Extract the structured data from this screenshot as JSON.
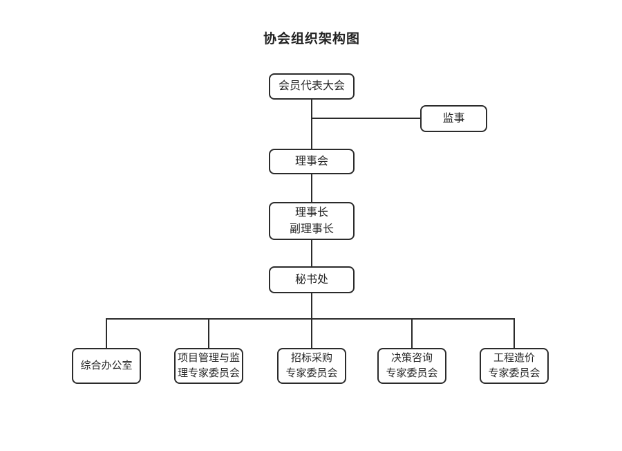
{
  "title": "协会组织架构图",
  "colors": {
    "background": "#ffffff",
    "line": "#2b2b2b",
    "text": "#262626",
    "node_fill": "#ffffff"
  },
  "org_chart": {
    "type": "org-chart",
    "nodes": [
      {
        "id": "member-congress",
        "label": "会员代表大会"
      },
      {
        "id": "supervisor",
        "label": "监事"
      },
      {
        "id": "council",
        "label": "理事会"
      },
      {
        "id": "chairman",
        "label": "理事长\n副理事长"
      },
      {
        "id": "secretariat",
        "label": "秘书处"
      },
      {
        "id": "general-office",
        "label": "综合办公室"
      },
      {
        "id": "project-supervision-committee",
        "label": "项目管理与监\n理专家委员会"
      },
      {
        "id": "bidding-procurement-committee",
        "label": "招标采购\n专家委员会"
      },
      {
        "id": "decision-consulting-committee",
        "label": "决策咨询\n专家委员会"
      },
      {
        "id": "engineering-cost-committee",
        "label": "工程造价\n专家委员会"
      }
    ],
    "edges": [
      {
        "from": "member-congress",
        "to": "council"
      },
      {
        "from": "member-congress",
        "to": "supervisor"
      },
      {
        "from": "council",
        "to": "chairman"
      },
      {
        "from": "chairman",
        "to": "secretariat"
      },
      {
        "from": "secretariat",
        "to": "general-office"
      },
      {
        "from": "secretariat",
        "to": "project-supervision-committee"
      },
      {
        "from": "secretariat",
        "to": "bidding-procurement-committee"
      },
      {
        "from": "secretariat",
        "to": "decision-consulting-committee"
      },
      {
        "from": "secretariat",
        "to": "engineering-cost-committee"
      }
    ]
  }
}
